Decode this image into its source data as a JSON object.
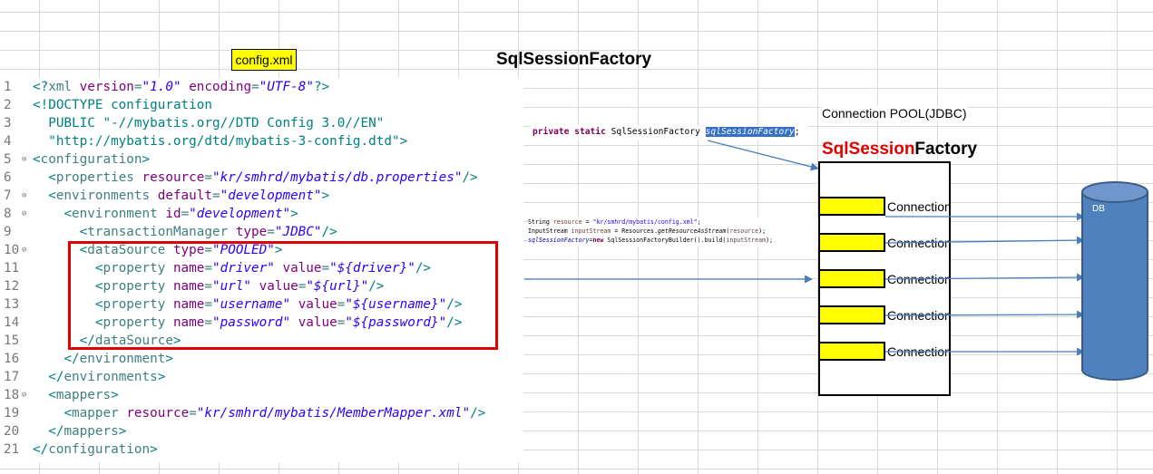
{
  "config_label": "config.xml",
  "factory_heading": "SqlSessionFactory",
  "xml_code": [
    {
      "n": "1",
      "fold": "",
      "parts": [
        [
          "ang",
          "<?"
        ],
        [
          "tag",
          "xml "
        ],
        [
          "att",
          "version"
        ],
        [
          "tag",
          "="
        ],
        [
          "val",
          "\"1.0\""
        ],
        [
          "tag",
          " "
        ],
        [
          "att",
          "encoding"
        ],
        [
          "tag",
          "="
        ],
        [
          "val",
          "\"UTF-8\""
        ],
        [
          "ang",
          "?>"
        ]
      ]
    },
    {
      "n": "2",
      "fold": "",
      "parts": [
        [
          "ang",
          "<!"
        ],
        [
          "doc",
          "DOCTYPE configuration"
        ]
      ]
    },
    {
      "n": "3",
      "fold": "",
      "parts": [
        [
          "doc",
          "  PUBLIC "
        ],
        [
          "doc",
          "\"-//mybatis.org//DTD Config 3.0//EN\""
        ]
      ]
    },
    {
      "n": "4",
      "fold": "",
      "parts": [
        [
          "doc",
          "  \"http://mybatis.org/dtd/mybatis-3-config.dtd\""
        ],
        [
          "ang",
          ">"
        ]
      ]
    },
    {
      "n": "5",
      "fold": "⊖",
      "parts": [
        [
          "ang",
          "<"
        ],
        [
          "tag",
          "configuration"
        ],
        [
          "ang",
          ">"
        ]
      ]
    },
    {
      "n": "6",
      "fold": "",
      "parts": [
        [
          "tag",
          "  "
        ],
        [
          "ang",
          "<"
        ],
        [
          "tag",
          "properties "
        ],
        [
          "att",
          "resource"
        ],
        [
          "tag",
          "="
        ],
        [
          "val",
          "\"kr/smhrd/mybatis/db.properties\""
        ],
        [
          "ang",
          "/>"
        ]
      ]
    },
    {
      "n": "7",
      "fold": "⊖",
      "parts": [
        [
          "tag",
          "  "
        ],
        [
          "ang",
          "<"
        ],
        [
          "tag",
          "environments "
        ],
        [
          "att",
          "default"
        ],
        [
          "tag",
          "="
        ],
        [
          "val",
          "\"development\""
        ],
        [
          "ang",
          ">"
        ]
      ]
    },
    {
      "n": "8",
      "fold": "⊖",
      "parts": [
        [
          "tag",
          "    "
        ],
        [
          "ang",
          "<"
        ],
        [
          "tag",
          "environment "
        ],
        [
          "att",
          "id"
        ],
        [
          "tag",
          "="
        ],
        [
          "val",
          "\"development\""
        ],
        [
          "ang",
          ">"
        ]
      ]
    },
    {
      "n": "9",
      "fold": "",
      "parts": [
        [
          "tag",
          "      "
        ],
        [
          "ang",
          "<"
        ],
        [
          "tag",
          "transactionManager "
        ],
        [
          "att",
          "type"
        ],
        [
          "tag",
          "="
        ],
        [
          "val",
          "\"JDBC\""
        ],
        [
          "ang",
          "/>"
        ]
      ]
    },
    {
      "n": "10",
      "fold": "⊖",
      "parts": [
        [
          "tag",
          "      "
        ],
        [
          "ang",
          "<"
        ],
        [
          "tag",
          "dataSource "
        ],
        [
          "att",
          "type"
        ],
        [
          "tag",
          "="
        ],
        [
          "val",
          "\"POOLED\""
        ],
        [
          "ang",
          ">"
        ]
      ]
    },
    {
      "n": "11",
      "fold": "",
      "parts": [
        [
          "tag",
          "        "
        ],
        [
          "ang",
          "<"
        ],
        [
          "tag",
          "property "
        ],
        [
          "att",
          "name"
        ],
        [
          "tag",
          "="
        ],
        [
          "val",
          "\"driver\""
        ],
        [
          "tag",
          " "
        ],
        [
          "att",
          "value"
        ],
        [
          "tag",
          "="
        ],
        [
          "val",
          "\"${driver}\""
        ],
        [
          "ang",
          "/>"
        ]
      ]
    },
    {
      "n": "12",
      "fold": "",
      "parts": [
        [
          "tag",
          "        "
        ],
        [
          "ang",
          "<"
        ],
        [
          "tag",
          "property "
        ],
        [
          "att",
          "name"
        ],
        [
          "tag",
          "="
        ],
        [
          "val",
          "\"url\""
        ],
        [
          "tag",
          " "
        ],
        [
          "att",
          "value"
        ],
        [
          "tag",
          "="
        ],
        [
          "val",
          "\"${url}\""
        ],
        [
          "ang",
          "/>"
        ]
      ]
    },
    {
      "n": "13",
      "fold": "",
      "parts": [
        [
          "tag",
          "        "
        ],
        [
          "ang",
          "<"
        ],
        [
          "tag",
          "property "
        ],
        [
          "att",
          "name"
        ],
        [
          "tag",
          "="
        ],
        [
          "val",
          "\"username\""
        ],
        [
          "tag",
          " "
        ],
        [
          "att",
          "value"
        ],
        [
          "tag",
          "="
        ],
        [
          "val",
          "\"${username}\""
        ],
        [
          "ang",
          "/>"
        ]
      ]
    },
    {
      "n": "14",
      "fold": "",
      "parts": [
        [
          "tag",
          "        "
        ],
        [
          "ang",
          "<"
        ],
        [
          "tag",
          "property "
        ],
        [
          "att",
          "name"
        ],
        [
          "tag",
          "="
        ],
        [
          "val",
          "\"password\""
        ],
        [
          "tag",
          " "
        ],
        [
          "att",
          "value"
        ],
        [
          "tag",
          "="
        ],
        [
          "val",
          "\"${password}\""
        ],
        [
          "ang",
          "/>"
        ]
      ]
    },
    {
      "n": "15",
      "fold": "",
      "parts": [
        [
          "tag",
          "      "
        ],
        [
          "ang",
          "</"
        ],
        [
          "tag",
          "dataSource"
        ],
        [
          "ang",
          ">"
        ]
      ]
    },
    {
      "n": "16",
      "fold": "",
      "parts": [
        [
          "tag",
          "    "
        ],
        [
          "ang",
          "</"
        ],
        [
          "tag",
          "environment"
        ],
        [
          "ang",
          ">"
        ]
      ]
    },
    {
      "n": "17",
      "fold": "",
      "parts": [
        [
          "tag",
          "  "
        ],
        [
          "ang",
          "</"
        ],
        [
          "tag",
          "environments"
        ],
        [
          "ang",
          ">"
        ]
      ]
    },
    {
      "n": "18",
      "fold": "⊖",
      "parts": [
        [
          "tag",
          "  "
        ],
        [
          "ang",
          "<"
        ],
        [
          "tag",
          "mappers"
        ],
        [
          "ang",
          ">"
        ]
      ]
    },
    {
      "n": "19",
      "fold": "",
      "parts": [
        [
          "tag",
          "    "
        ],
        [
          "ang",
          "<"
        ],
        [
          "tag",
          "mapper "
        ],
        [
          "att",
          "resource"
        ],
        [
          "tag",
          "="
        ],
        [
          "val",
          "\"kr/smhrd/mybatis/MemberMapper.xml\""
        ],
        [
          "ang",
          "/>"
        ]
      ]
    },
    {
      "n": "20",
      "fold": "",
      "parts": [
        [
          "tag",
          "  "
        ],
        [
          "ang",
          "</"
        ],
        [
          "tag",
          "mappers"
        ],
        [
          "ang",
          ">"
        ]
      ]
    },
    {
      "n": "21",
      "fold": "",
      "parts": [
        [
          "ang",
          "</"
        ],
        [
          "tag",
          "configuration"
        ],
        [
          "ang",
          ">"
        ]
      ]
    }
  ],
  "field_decl": {
    "keywords": "private static",
    "type": " SqlSessionFactory ",
    "name": "sqlSessionFactory",
    "end": ";"
  },
  "java_snippet": {
    "line1_a": "String ",
    "line1_var": "resource",
    "line1_b": " = ",
    "line1_str": "\"kr/smhrd/mybatis/config.xml\"",
    "line1_end": ";",
    "line2_a": "InputStream ",
    "line2_var": "inputStream",
    "line2_b": " = Resources.",
    "line2_mth": "getResourceAsStream",
    "line2_c": "(",
    "line2_arg": "resource",
    "line2_end": ");",
    "line3_fld": "sqlSessionFactory",
    "line3_b": "=",
    "line3_kw": "new",
    "line3_c": " SqlSessionFactoryBuilder().build(",
    "line3_arg": "inputStream",
    "line3_end": ");"
  },
  "pool_label": "Connection POOL(JDBC)",
  "pool_title_red": "SqlSession",
  "pool_title_black": "Factory",
  "connections": [
    "Connection",
    "Connection",
    "Connection",
    "Connection",
    "Connection"
  ],
  "db_label": "DB",
  "colors": {
    "yellow": "#ffff00",
    "red_box": "#e00000",
    "db_fill": "#4f81bd",
    "arrow": "#4a7ebb"
  }
}
